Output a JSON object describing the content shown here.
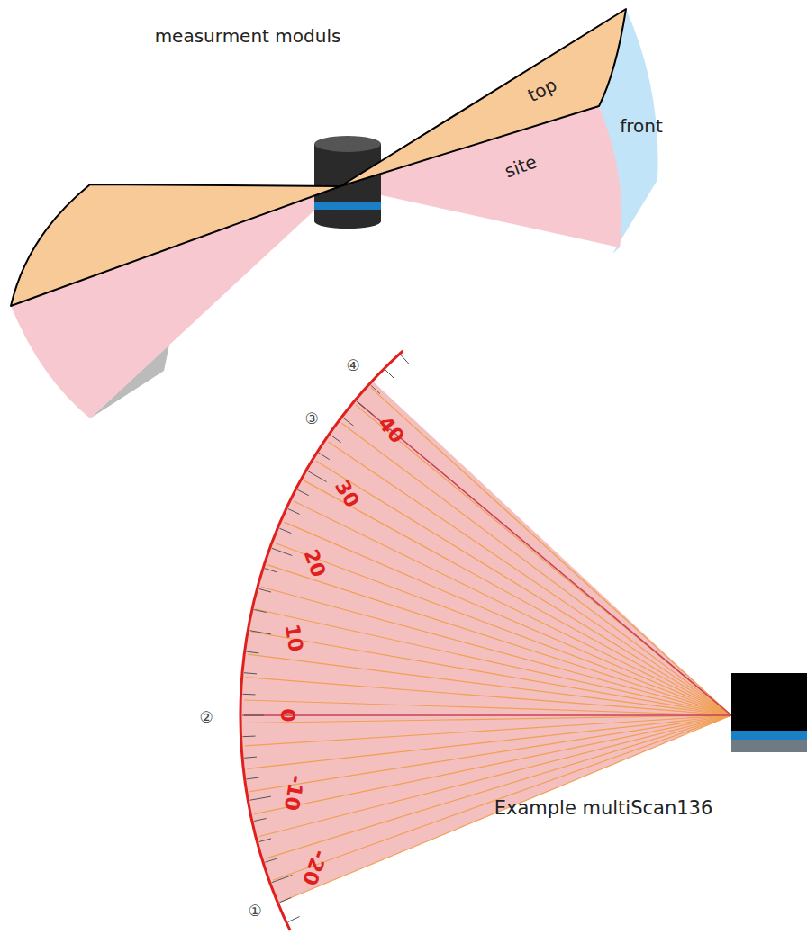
{
  "diagram": {
    "title": "measurment moduls",
    "labels": [
      "top",
      "site",
      "front",
      "①",
      "②",
      "③",
      "④",
      "40",
      "30",
      "20",
      "10",
      "0",
      "-10",
      "-20",
      "Example multiScan136"
    ]
  }
}
